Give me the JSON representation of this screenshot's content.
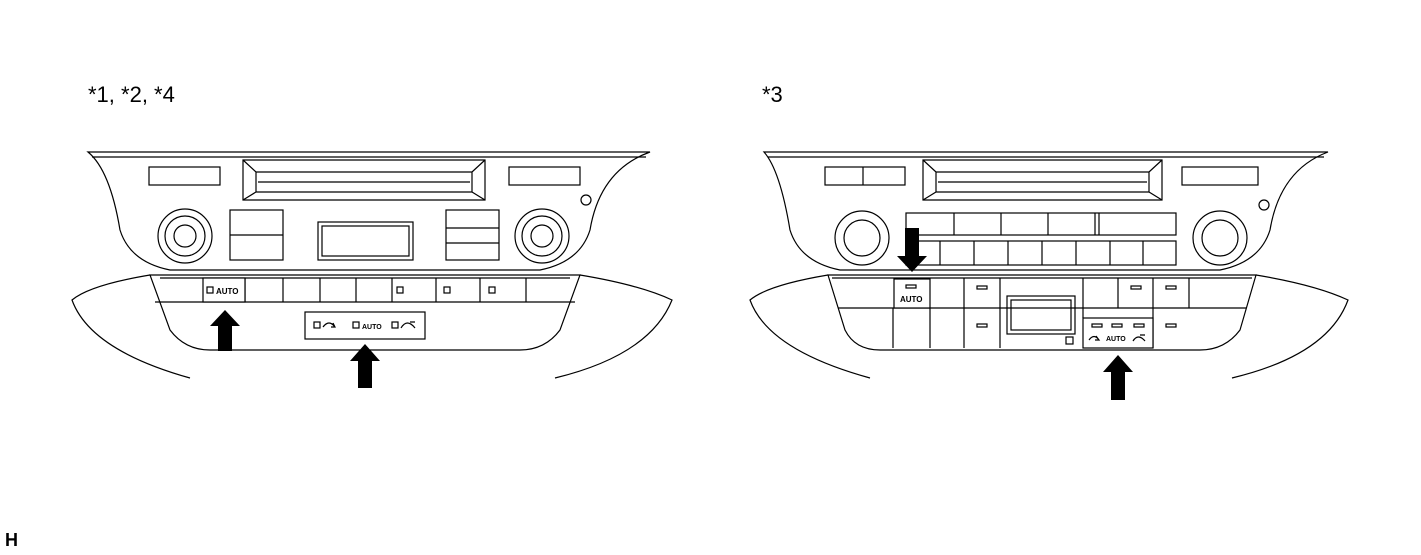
{
  "labels": {
    "left_panel": "*1, *2, *4",
    "right_panel": "*3",
    "corner": "H"
  },
  "buttons": {
    "auto": "AUTO"
  },
  "icons": [
    "arrow-up-icon",
    "arrow-down-icon",
    "recirculation-icon",
    "fresh-air-icon",
    "indicator-lamp-icon"
  ]
}
